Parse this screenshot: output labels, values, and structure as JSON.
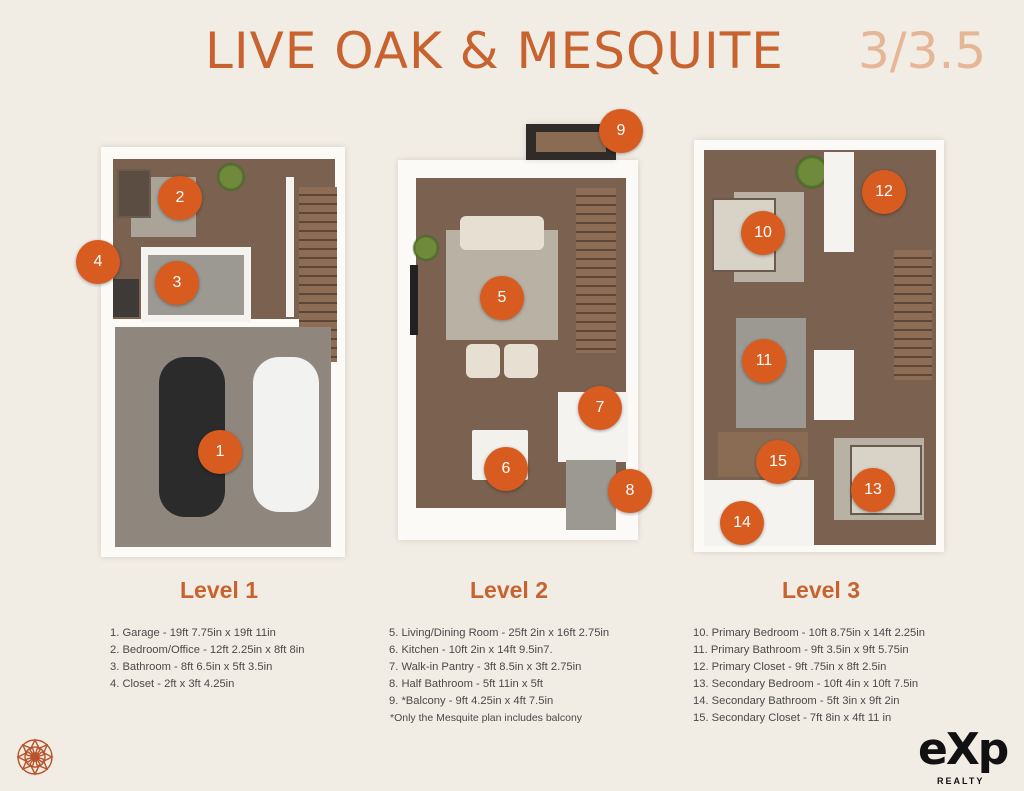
{
  "header": {
    "title": "LIVE OAK & MESQUITE",
    "ratio": "3/3.5"
  },
  "markers": [
    "1",
    "2",
    "3",
    "4",
    "5",
    "6",
    "7",
    "8",
    "9",
    "10",
    "11",
    "12",
    "13",
    "14",
    "15"
  ],
  "levels": [
    {
      "label": "Level 1",
      "rooms": [
        "1. Garage - 19ft 7.75in x 19ft 11in",
        "2. Bedroom/Office - 12ft 2.25in x 8ft 8in",
        "3. Bathroom - 8ft 6.5in x 5ft 3.5in",
        "4. Closet - 2ft x 3ft 4.25in"
      ]
    },
    {
      "label": "Level 2",
      "rooms": [
        "5. Living/Dining Room - 25ft 2in x 16ft 2.75in",
        "6. Kitchen - 10ft 2in x 14ft 9.5in7.",
        "7. Walk-in Pantry - 3ft 8.5in x 3ft 2.75in",
        "8. Half Bathroom - 5ft 11in x 5ft",
        "9. *Balcony - 9ft 4.25in x 4ft 7.5in"
      ],
      "note": "*Only the Mesquite plan includes balcony"
    },
    {
      "label": "Level 3",
      "rooms": [
        "10. Primary Bedroom - 10ft 8.75in x 14ft 2.25in",
        "11. Primary Bathroom - 9ft 3.5in x 9ft 5.75in",
        "12. Primary Closet - 9ft .75in x 8ft 2.5in",
        "13. Secondary Bedroom - 10ft 4in x 10ft 7.5in",
        "14. Secondary Bathroom - 5ft 3in x 9ft 2in",
        "15. Secondary Closet - 7ft 8in x 4ft 11 in"
      ]
    }
  ],
  "brand": {
    "logo": "eXp",
    "sub": "REALTY",
    "accent": "#c8632f",
    "marker_color": "#d85b20"
  }
}
